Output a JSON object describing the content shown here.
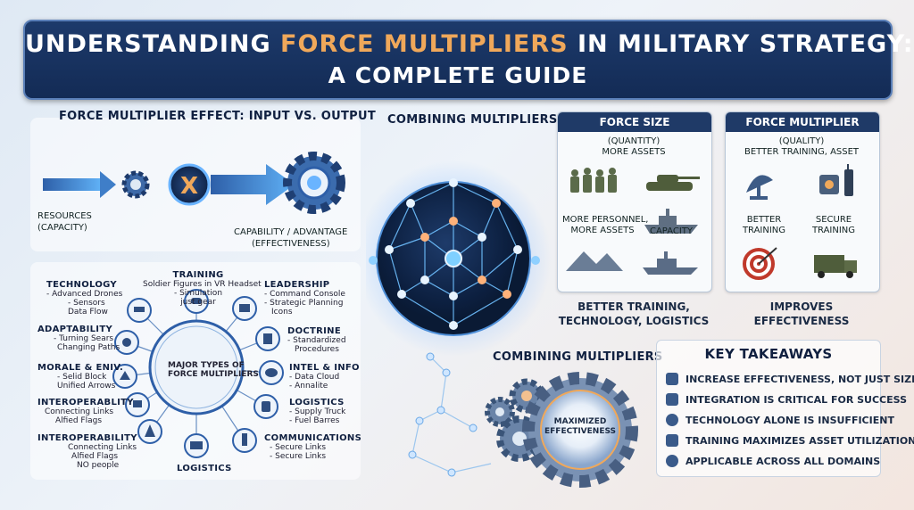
{
  "title": {
    "line1_pre": "UNDERSTANDING ",
    "line1_accent": "FORCE MULTIPLIERS",
    "line1_post": " IN MILITARY  STRATEGY:",
    "line2": "A COMPLETE GUIDE"
  },
  "effect": {
    "heading": "FORCE MULTIPLIER EFFECT: INPUT VS. OUTPUT",
    "multiply_symbol": "X",
    "input_label": "RESOURCES",
    "input_sub": "(CAPACITY)",
    "output_label": "CAPABILITY / ADVANTAGE",
    "output_sub": "(EFFECTIVENESS)"
  },
  "types": {
    "center_line1": "MAJOR TYPES OF",
    "center_line2": "FORCE MULTIPLIERS",
    "items": [
      {
        "title": "TECHNOLOGY",
        "lines": [
          "- Advanced Drones",
          "- Sensors",
          "Data Flow"
        ],
        "icon": "drone-icon"
      },
      {
        "title": "TRAINING",
        "lines": [
          "Soldier Figures in VR Headset",
          "- Simulation",
          "just gear"
        ],
        "icon": "vr-headset-icon"
      },
      {
        "title": "LEADERSHIP",
        "lines": [
          "- Command Console",
          "- Strategic Planning",
          "Icons"
        ],
        "icon": "command-console-icon"
      },
      {
        "title": "ADAPTABILITY",
        "lines": [
          "- Turning Sears",
          "Changing Paths"
        ],
        "icon": "gears-icon"
      },
      {
        "title": "DOCTRINE",
        "lines": [
          "- Standardized",
          "Procedures"
        ],
        "icon": "document-icon"
      },
      {
        "title": "MORALE & ENIV.",
        "lines": [
          "- Selid Block",
          "Unified Arrows"
        ],
        "icon": "arrows-icon"
      },
      {
        "title": "INTEL & INFO",
        "lines": [
          "- Data Cloud",
          "- Annalite"
        ],
        "icon": "cloud-icon"
      },
      {
        "title": "INTEROPERABLITY",
        "lines": [
          "Connecting Links",
          "Alfied Flags"
        ],
        "icon": "flags-icon"
      },
      {
        "title": "LOGISTICS",
        "lines": [
          "- Supply Truck",
          "- Fuel Barres"
        ],
        "icon": "barrels-icon"
      },
      {
        "title": "INTEROPERABILITY",
        "lines": [
          "Connecting Links",
          "Alfied Flags",
          "NO people"
        ],
        "icon": "soldier-icon"
      },
      {
        "title": "COMMUNICATIONS",
        "lines": [
          "- Secure Links",
          "- Secure Links"
        ],
        "icon": "antenna-icon"
      },
      {
        "title": "LOGISTICS",
        "lines": [],
        "icon": "truck-icon"
      }
    ]
  },
  "network": {
    "heading": "COMBINING MULTIPLIERS"
  },
  "force_size": {
    "header": "FORCE SIZE",
    "sub1": "(QUANTITY)",
    "sub2": "MORE ASSETS",
    "label_left1": "MORE PERSONNEL,",
    "label_left2": "MORE ASSETS",
    "label_right": "CAPACITY",
    "caption1": "BETTER TRAINING,",
    "caption2": "TECHNOLOGY, LOGISTICS"
  },
  "force_multiplier": {
    "header": "FORCE MULTIPLIER",
    "sub1": "(QUALITY)",
    "sub2": "BETTER TRAINING, ASSET",
    "label_left1": "BETTER",
    "label_left2": "TRAINING",
    "label_right1": "SECURE",
    "label_right2": "TRAINING",
    "caption1": "IMPROVES",
    "caption2": "EFFECTIVENESS"
  },
  "combining": {
    "heading": "COMBINING MULTIPLIERS",
    "gear_line1": "MAXIMIZED",
    "gear_line2": "EFFECTIVENESS"
  },
  "takeaways": {
    "heading": "KEY TAKEAWAYS",
    "items": [
      "INCREASE EFFECTIVENESS, NOT JUST SIZE",
      "INTEGRATION IS CRITICAL FOR SUCCESS",
      "TECHNOLOGY ALONE IS INSUFFICIENT",
      "TRAINING MAXIMIZES ASSET UTILIZATION",
      "APPLICABLE ACROSS ALL DOMAINS"
    ]
  },
  "colors": {
    "navy": "#1d3a6b",
    "accent_orange": "#f0a85a",
    "glow_blue": "#5fb8ff"
  }
}
